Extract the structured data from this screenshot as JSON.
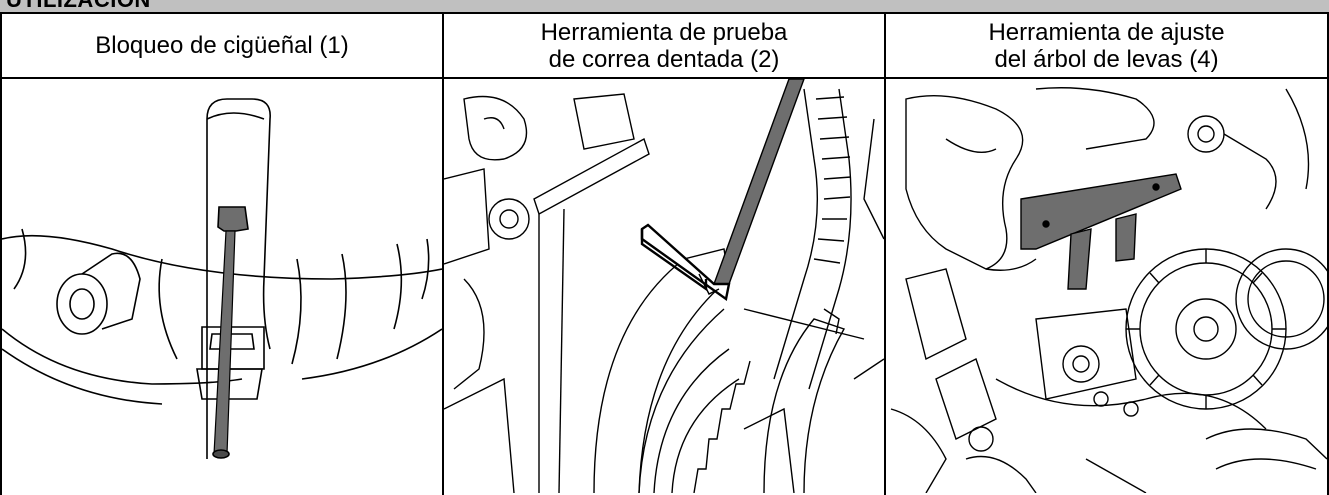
{
  "header": {
    "title": "UTILIZACIÓN"
  },
  "columns": [
    {
      "title": "Bloqueo de cigüeñal (1)",
      "illustration": "crankshaft-lock-illustration"
    },
    {
      "title": "Herramienta de prueba\nde correa dentada (2)",
      "illustration": "timing-belt-tester-illustration"
    },
    {
      "title": "Herramienta de ajuste\ndel árbol de levas (4)",
      "illustration": "camshaft-adjust-tool-illustration"
    }
  ],
  "colors": {
    "header_bg": "#c0c0c0",
    "tool_gray": "#6e6e6e",
    "line": "#000000"
  }
}
